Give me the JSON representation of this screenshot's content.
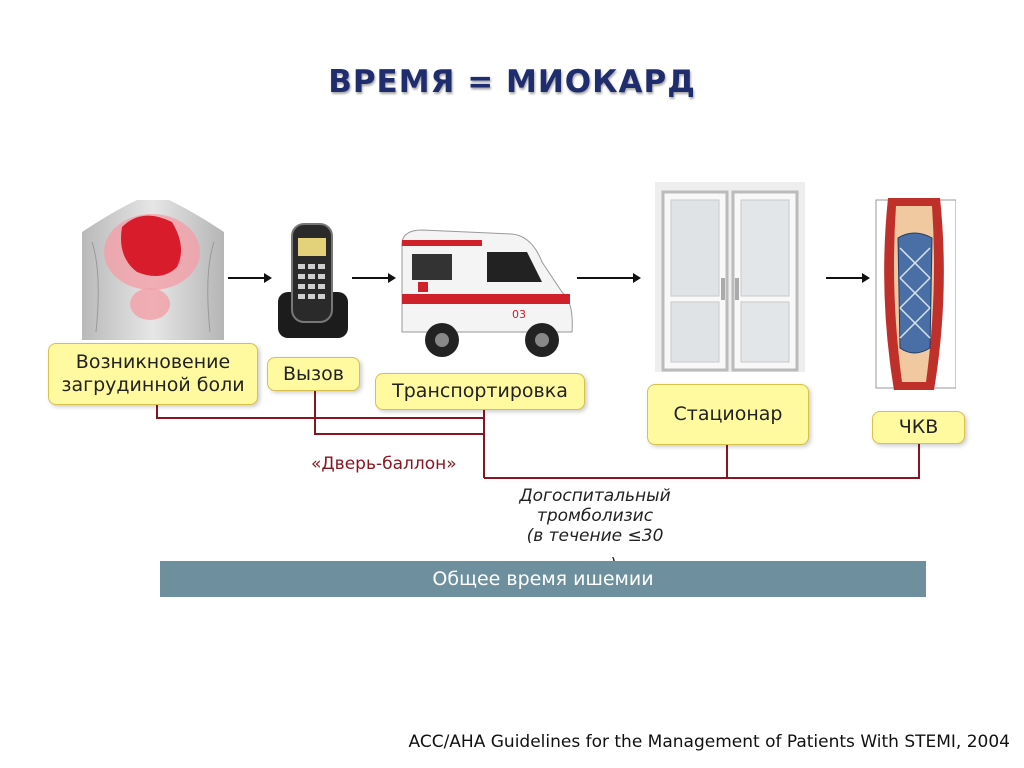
{
  "title": "ВРЕМЯ = МИОКАРД",
  "steps": [
    {
      "line1": "Возникновение",
      "line2": "загрудинной боли"
    },
    {
      "label": "Вызов"
    },
    {
      "label": "Транспортировка"
    },
    {
      "label": "Стационар"
    },
    {
      "label": "ЧКВ"
    }
  ],
  "door_to_balloon": "«Дверь-баллон»",
  "thrombolysis": {
    "line1": "Догоспитальный",
    "line2": "тромболизис",
    "line3": "(в течение ≤30",
    "line4": ")"
  },
  "total_ischemia": "Общее время ишемии",
  "citation": "ACC/AHA Guidelines for the Management of Patients With STEMI, 2004",
  "colors": {
    "title": "#1f2d6e",
    "box_fill": "#fffaa0",
    "connector": "#8a1520",
    "bar": "#6d8f9e"
  }
}
